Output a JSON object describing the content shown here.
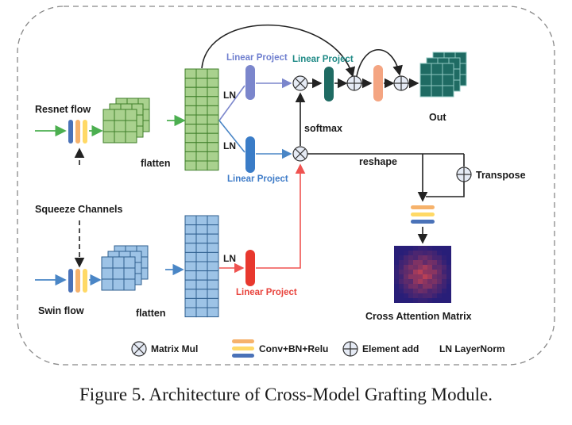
{
  "labels": {
    "resnet_flow": "Resnet flow",
    "swin_flow": "Swin flow",
    "squeeze_channels": "Squeeze Channels",
    "flatten_top": "flatten",
    "flatten_bottom": "flatten",
    "ln_top": "LN",
    "ln_mid": "LN",
    "ln_bottom": "LN",
    "linear_project_top": "Linear Project",
    "linear_project_teal": "Linear Project",
    "linear_project_mid": "Linear Project",
    "linear_project_bottom": "Linear Project",
    "softmax": "softmax",
    "reshape": "reshape",
    "transpose": "Transpose",
    "out": "Out",
    "cross_attention_matrix": "Cross Attention Matrix"
  },
  "legend": {
    "matrix_mul": "Matrix Mul",
    "conv_bn_relu": "Conv+BN+Relu",
    "element_add": "Element add",
    "layernorm": "LN LayerNorm"
  },
  "caption": "Figure 5. Architecture of Cross-Model Grafting Module.",
  "colors": {
    "green_cell": "#a9d18e",
    "green_stroke": "#3f7f2a",
    "blue_cell": "#9dc3e6",
    "blue_stroke": "#2f5f8f",
    "teal_cell": "#1f6b63",
    "teal_stroke": "#8fc7c0",
    "proj_top": "#7b86cc",
    "proj_teal": "#1f6b63",
    "proj_mid": "#3a7cc7",
    "proj_red": "#e8382e",
    "orange_bar": "#f4a582",
    "conv_orange": "#f6b26b",
    "conv_yellow": "#ffd966",
    "conv_blue": "#4a72b8"
  }
}
